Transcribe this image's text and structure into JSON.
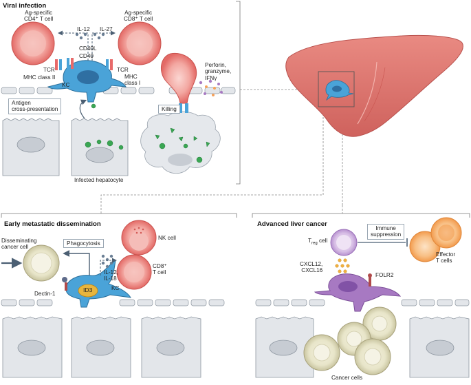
{
  "panels": {
    "viral": {
      "title": "Viral infection",
      "cd4_label": "Ag-specific\nCD4⁺ T cell",
      "cd8_label": "Ag-specific\nCD8⁺ T cell",
      "il12": "IL-12",
      "il27": "IL-27",
      "cd40l": "CD40L",
      "cd40": "CD40",
      "tcr_left": "TCR",
      "tcr_right": "TCR",
      "mhc2": "MHC class II",
      "mhc1": "MHC\nclass I",
      "kc": "KC",
      "cross_presentation": "Antigen\ncross-presentation",
      "killing": "Killing",
      "perforin": "Perforin,\ngranzyme,\nIFNγ",
      "infected_hepatocyte": "Infected hepatocyte"
    },
    "early": {
      "title": "Early metastatic dissemination",
      "disseminating": "Disseminating\ncancer cell",
      "phagocytosis": "Phagocytosis",
      "nk_cell": "NK cell",
      "cd8_t_cell": "CD8⁺\nT cell",
      "il12_il18": "IL-12,\nIL-18",
      "kc": "KC",
      "id3": "ID3",
      "dectin": "Dectin-1"
    },
    "advanced": {
      "title": "Advanced liver cancer",
      "treg_prefix": "T",
      "treg_sub": "reg",
      "treg_suffix": " cell",
      "immune_suppression": "Immune\nsuppression",
      "effector": "Effector\nT cells",
      "cxcl": "CXCL12,\nCXCL16",
      "folr2": "FOLR2",
      "cancer_cells": "Cancer cells"
    }
  },
  "colors": {
    "hepatocyte_fill": "#e3e6ea",
    "hepatocyte_stroke": "#8d96a0",
    "kc_blue": "#4aa3d8",
    "tcell_red": "#e86a6a",
    "tcell_light": "#f7c9c5",
    "liver": "#df7770",
    "virus_green": "#3aa653",
    "treg_purple": "#c7a6d8",
    "macrophage_purple": "#a779c2",
    "effector_orange": "#f5a15a",
    "cancer_cell": "#e9e6cd"
  }
}
